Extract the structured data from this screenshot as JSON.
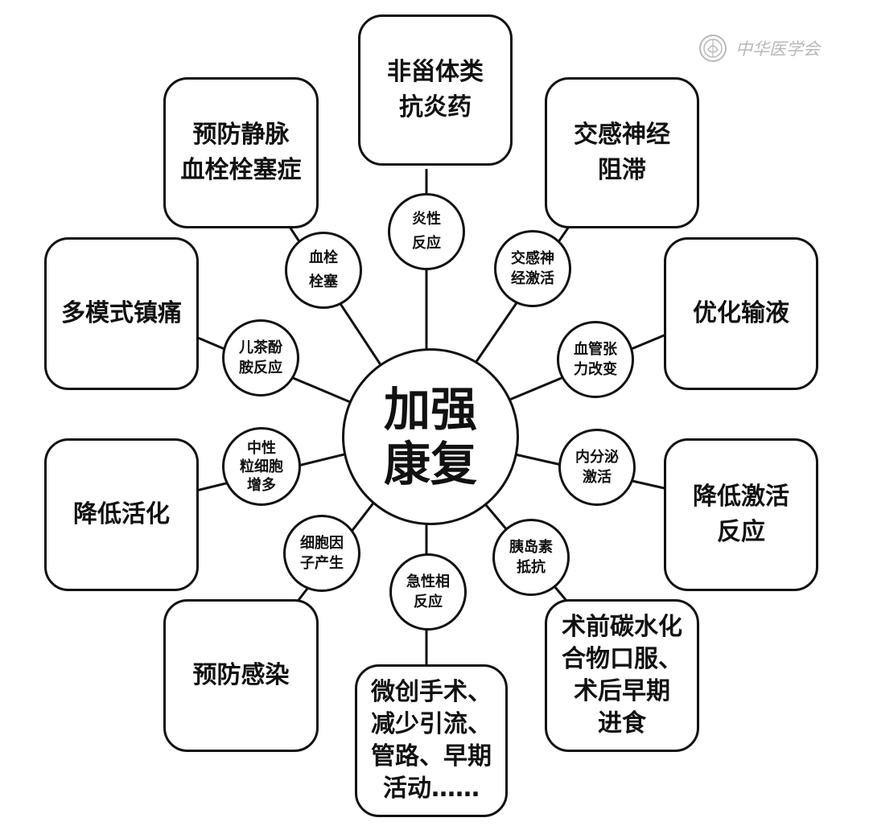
{
  "center": {
    "text": "加强\n康复"
  },
  "mechanisms": [
    {
      "id": "inflammation",
      "text": "炎性\n反应"
    },
    {
      "id": "sympathetic",
      "text": "交感神\n经激活"
    },
    {
      "id": "vascular-tone",
      "text": "血管张\n力改变"
    },
    {
      "id": "endocrine",
      "text": "内分泌\n激活"
    },
    {
      "id": "insulin-resistance",
      "text": "胰岛素\n抵抗"
    },
    {
      "id": "acute-phase",
      "text": "急性相\n反应"
    },
    {
      "id": "cytokine",
      "text": "细胞因\n子产生"
    },
    {
      "id": "neutrophil",
      "text": "中性\n粒细胞\n增多"
    },
    {
      "id": "catecholamine",
      "text": "儿茶酚\n胺反应"
    },
    {
      "id": "thrombosis",
      "text": "血栓\n栓塞"
    }
  ],
  "measures": [
    {
      "id": "nsaids",
      "text": "非甾体类\n抗炎药"
    },
    {
      "id": "sympathetic-block",
      "text": "交感神经\n阻滞"
    },
    {
      "id": "fluid",
      "text": "优化输液"
    },
    {
      "id": "reduce-activation",
      "text": "降低激活\n反应"
    },
    {
      "id": "carbohydrate",
      "text": "术前碳水化\n合物口服、\n术后早期\n进食"
    },
    {
      "id": "minimally-invasive",
      "text": "微创手术、\n减少引流、\n管路、早期\n活动……"
    },
    {
      "id": "prevent-infection",
      "text": "预防感染"
    },
    {
      "id": "reduce-activity",
      "text": "降低活化"
    },
    {
      "id": "multimodal-analgesia",
      "text": "多模式镇痛"
    },
    {
      "id": "prevent-vte",
      "text": "预防静脉\n血栓栓塞症"
    }
  ],
  "watermark": {
    "text": "中华医学会",
    "icon": "society-logo-icon"
  },
  "colors": {
    "stroke": "#111111",
    "watermark": "#b8b8b8"
  }
}
